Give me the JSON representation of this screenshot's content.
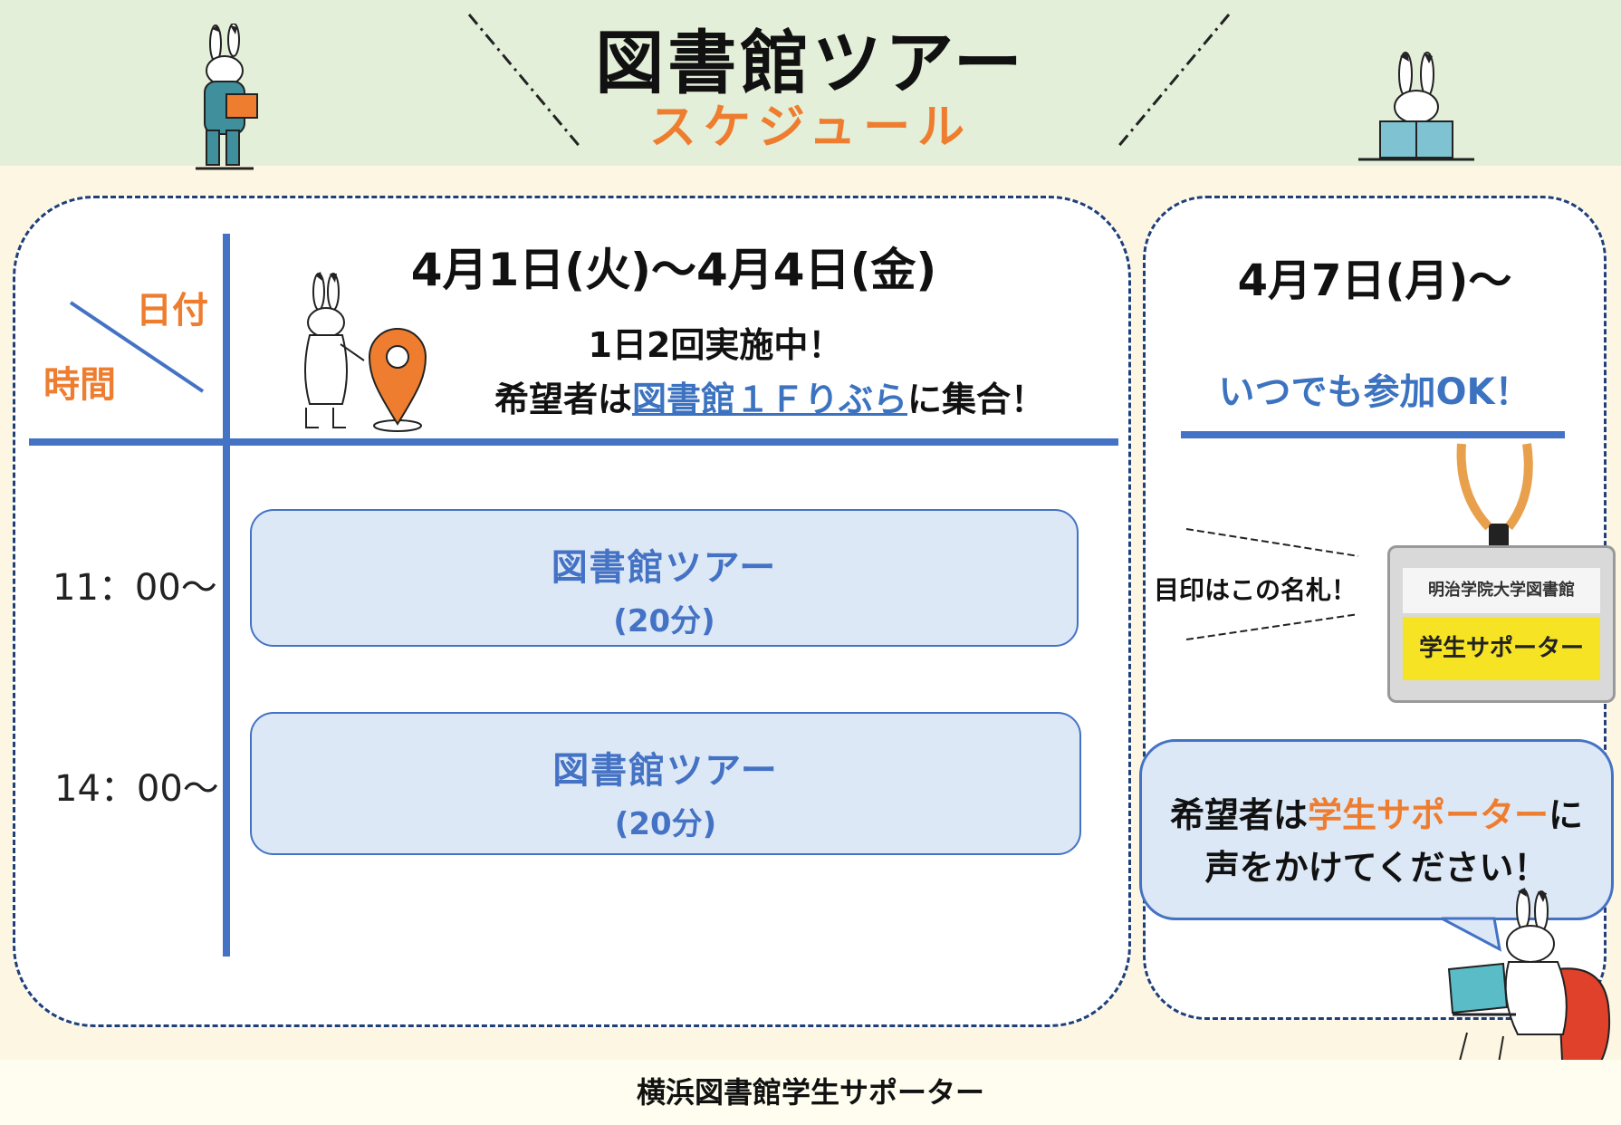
{
  "header": {
    "title": "図書館ツアー",
    "subtitle": "スケジュール"
  },
  "left_panel": {
    "corner_date_label": "日付",
    "corner_time_label": "時間",
    "date_range": "4月1日(火)〜4月4日(金)",
    "note_line1": "1日2回実施中！",
    "note_line2_prefix": "希望者は",
    "note_line2_link": "図書館１Ｆりぶら",
    "note_line2_suffix": "に集合！",
    "rows": [
      {
        "time": "11：00〜",
        "event": "図書館ツアー",
        "duration": "(20分)"
      },
      {
        "time": "14：00〜",
        "event": "図書館ツアー",
        "duration": "(20分)"
      }
    ]
  },
  "right_panel": {
    "date": "4月7日(月)〜",
    "anytime": "いつでも参加OK！",
    "badge_hint": "目印はこの名札！",
    "badge_org": "明治学院大学図書館",
    "badge_role": "学生サポーター",
    "bubble_prefix": "希望者は",
    "bubble_highlight": "学生サポーター",
    "bubble_suffix": "に",
    "bubble_line2": "声をかけてください！"
  },
  "footer": {
    "text": "横浜図書館学生サポーター"
  },
  "colors": {
    "accent_orange": "#ee7d2f",
    "accent_blue": "#4472c4",
    "header_bg": "#e3efd9",
    "page_bg": "#fdf6e3"
  },
  "icons": [
    "rabbit-reading-book-icon",
    "rabbit-reading-magazine-icon",
    "rabbit-with-map-pin-icon",
    "map-pin-icon",
    "rabbit-with-laptop-icon",
    "lanyard-icon"
  ]
}
